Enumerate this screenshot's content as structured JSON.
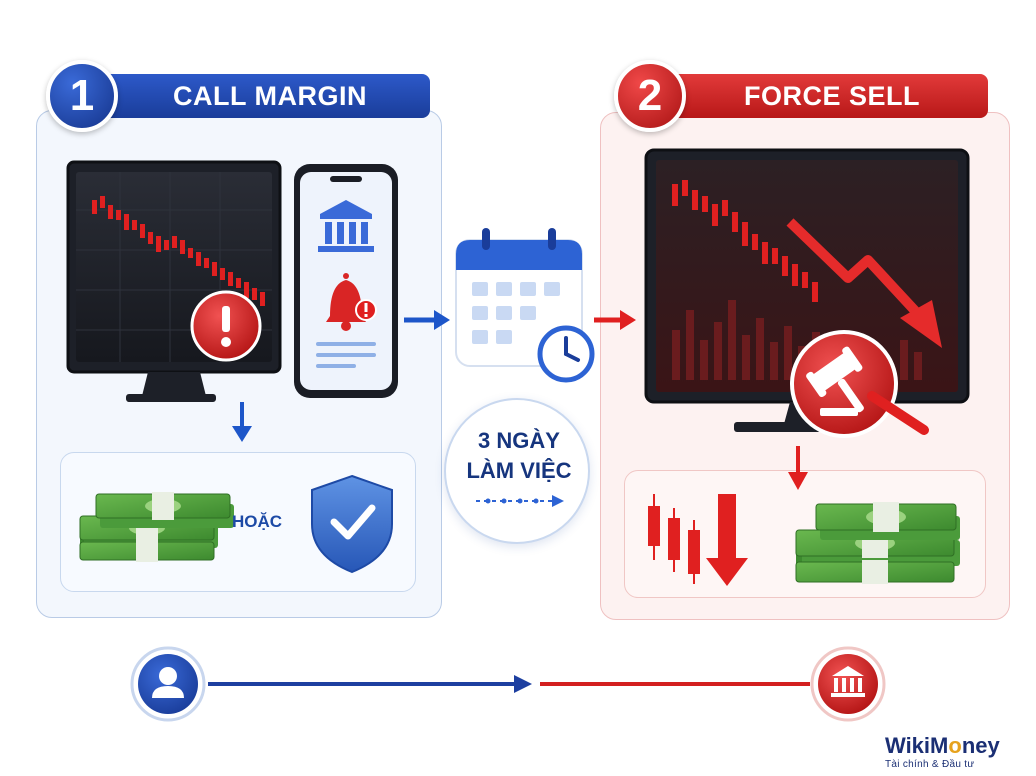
{
  "step1": {
    "number": "1",
    "title": "CALL MARGIN"
  },
  "step2": {
    "number": "2",
    "title": "FORCE SELL"
  },
  "or_label": "HOẶC",
  "waiting": {
    "line1": "3 NGÀY",
    "line2": "LÀM VIỆC"
  },
  "brand": {
    "name_part1": "WikiM",
    "name_part2": "o",
    "name_part3": "ney",
    "tagline": "Tài chính & Đầu tư"
  },
  "colors": {
    "blue": "#1a3d9a",
    "red": "#c81e1e",
    "money_green": "#4a9a3c",
    "gold": "#e6a21d"
  },
  "icons": {
    "monitor": "monitor-icon",
    "warning": "warning-icon",
    "phone": "smartphone-icon",
    "bank": "bank-icon",
    "bell": "bell-alert-icon",
    "calendar": "calendar-icon",
    "clock": "clock-icon",
    "money": "money-stack-icon",
    "shield": "shield-check-icon",
    "gavel": "gavel-icon",
    "user": "user-icon"
  }
}
